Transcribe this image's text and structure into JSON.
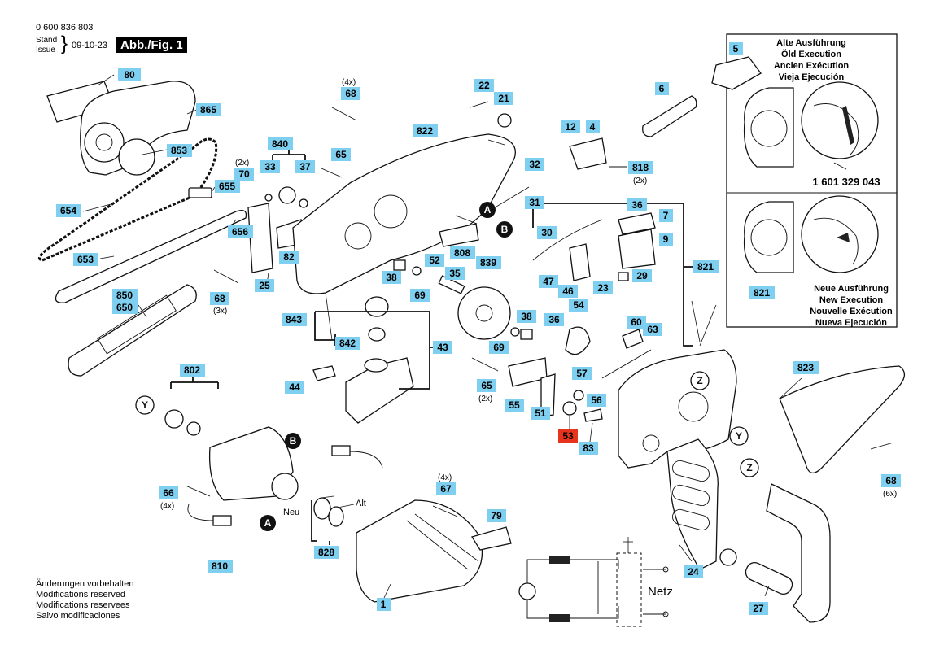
{
  "header": {
    "part_number": "0 600 836 803",
    "stand_label": "Stand",
    "issue_label": "Issue",
    "date": "09-10-23",
    "figure_label": "Abb./Fig. 1"
  },
  "footer_notes": [
    "Änderungen vorbehalten",
    "Modifications reserved",
    "Modifications reservees",
    "Salvo modificaciones"
  ],
  "inset": {
    "old_labels": [
      "Alte Ausführung",
      "Öld Execution",
      "Ancien Exécution",
      "Vieja Ejecución"
    ],
    "old_part": "1 601 329 043",
    "new_part": "821",
    "new_labels": [
      "Neue Ausführung",
      "New Execution",
      "Nouvelle Exécution",
      "Nueva Ejecución"
    ]
  },
  "highlight_color": "#e8341c",
  "label_color": "#7fcff0",
  "part_labels": [
    {
      "id": "80",
      "text": "80"
    },
    {
      "id": "865",
      "text": "865"
    },
    {
      "id": "853",
      "text": "853"
    },
    {
      "id": "654",
      "text": "654"
    },
    {
      "id": "655",
      "text": "655"
    },
    {
      "id": "656",
      "text": "656"
    },
    {
      "id": "653",
      "text": "653"
    },
    {
      "id": "850",
      "text": "850"
    },
    {
      "id": "650",
      "text": "650"
    },
    {
      "id": "68a",
      "text": "68"
    },
    {
      "id": "25",
      "text": "25"
    },
    {
      "id": "70",
      "text": "70"
    },
    {
      "id": "840",
      "text": "840"
    },
    {
      "id": "33",
      "text": "33"
    },
    {
      "id": "37",
      "text": "37"
    },
    {
      "id": "82",
      "text": "82"
    },
    {
      "id": "68b",
      "text": "68"
    },
    {
      "id": "65a",
      "text": "65"
    },
    {
      "id": "822",
      "text": "822"
    },
    {
      "id": "22",
      "text": "22"
    },
    {
      "id": "21",
      "text": "21"
    },
    {
      "id": "5",
      "text": "5"
    },
    {
      "id": "6",
      "text": "6"
    },
    {
      "id": "12",
      "text": "12"
    },
    {
      "id": "4",
      "text": "4"
    },
    {
      "id": "818",
      "text": "818"
    },
    {
      "id": "32",
      "text": "32"
    },
    {
      "id": "31",
      "text": "31"
    },
    {
      "id": "808",
      "text": "808"
    },
    {
      "id": "38a",
      "text": "38"
    },
    {
      "id": "52",
      "text": "52"
    },
    {
      "id": "35",
      "text": "35"
    },
    {
      "id": "69a",
      "text": "69"
    },
    {
      "id": "839",
      "text": "839"
    },
    {
      "id": "36a",
      "text": "36"
    },
    {
      "id": "7",
      "text": "7"
    },
    {
      "id": "30",
      "text": "30"
    },
    {
      "id": "9",
      "text": "9"
    },
    {
      "id": "29",
      "text": "29"
    },
    {
      "id": "23",
      "text": "23"
    },
    {
      "id": "47",
      "text": "47"
    },
    {
      "id": "46",
      "text": "46"
    },
    {
      "id": "821",
      "text": "821"
    },
    {
      "id": "843",
      "text": "843"
    },
    {
      "id": "842",
      "text": "842"
    },
    {
      "id": "43",
      "text": "43"
    },
    {
      "id": "44",
      "text": "44"
    },
    {
      "id": "38b",
      "text": "38"
    },
    {
      "id": "36b",
      "text": "36"
    },
    {
      "id": "54",
      "text": "54"
    },
    {
      "id": "69b",
      "text": "69"
    },
    {
      "id": "60",
      "text": "60"
    },
    {
      "id": "63",
      "text": "63"
    },
    {
      "id": "65b",
      "text": "65"
    },
    {
      "id": "57",
      "text": "57"
    },
    {
      "id": "56",
      "text": "56"
    },
    {
      "id": "55",
      "text": "55"
    },
    {
      "id": "51",
      "text": "51"
    },
    {
      "id": "53",
      "text": "53"
    },
    {
      "id": "83",
      "text": "83"
    },
    {
      "id": "823",
      "text": "823"
    },
    {
      "id": "68c",
      "text": "68"
    },
    {
      "id": "802",
      "text": "802"
    },
    {
      "id": "66",
      "text": "66"
    },
    {
      "id": "810",
      "text": "810"
    },
    {
      "id": "828",
      "text": "828"
    },
    {
      "id": "67",
      "text": "67"
    },
    {
      "id": "79",
      "text": "79"
    },
    {
      "id": "1",
      "text": "1"
    },
    {
      "id": "24",
      "text": "24"
    },
    {
      "id": "27",
      "text": "27"
    }
  ],
  "quantity_notes": {
    "q68a": "(3x)",
    "q70": "(2x)",
    "q68b": "(4x)",
    "q818": "(2x)",
    "q65b": "(2x)",
    "q66": "(4x)",
    "q67": "(4x)",
    "q68c": "(6x)"
  },
  "callouts": {
    "A": "A",
    "B": "B",
    "Y": "Y",
    "Z": "Z"
  },
  "text_notes": {
    "neu": "Neu",
    "alt": "Alt",
    "netz": "Netz"
  }
}
